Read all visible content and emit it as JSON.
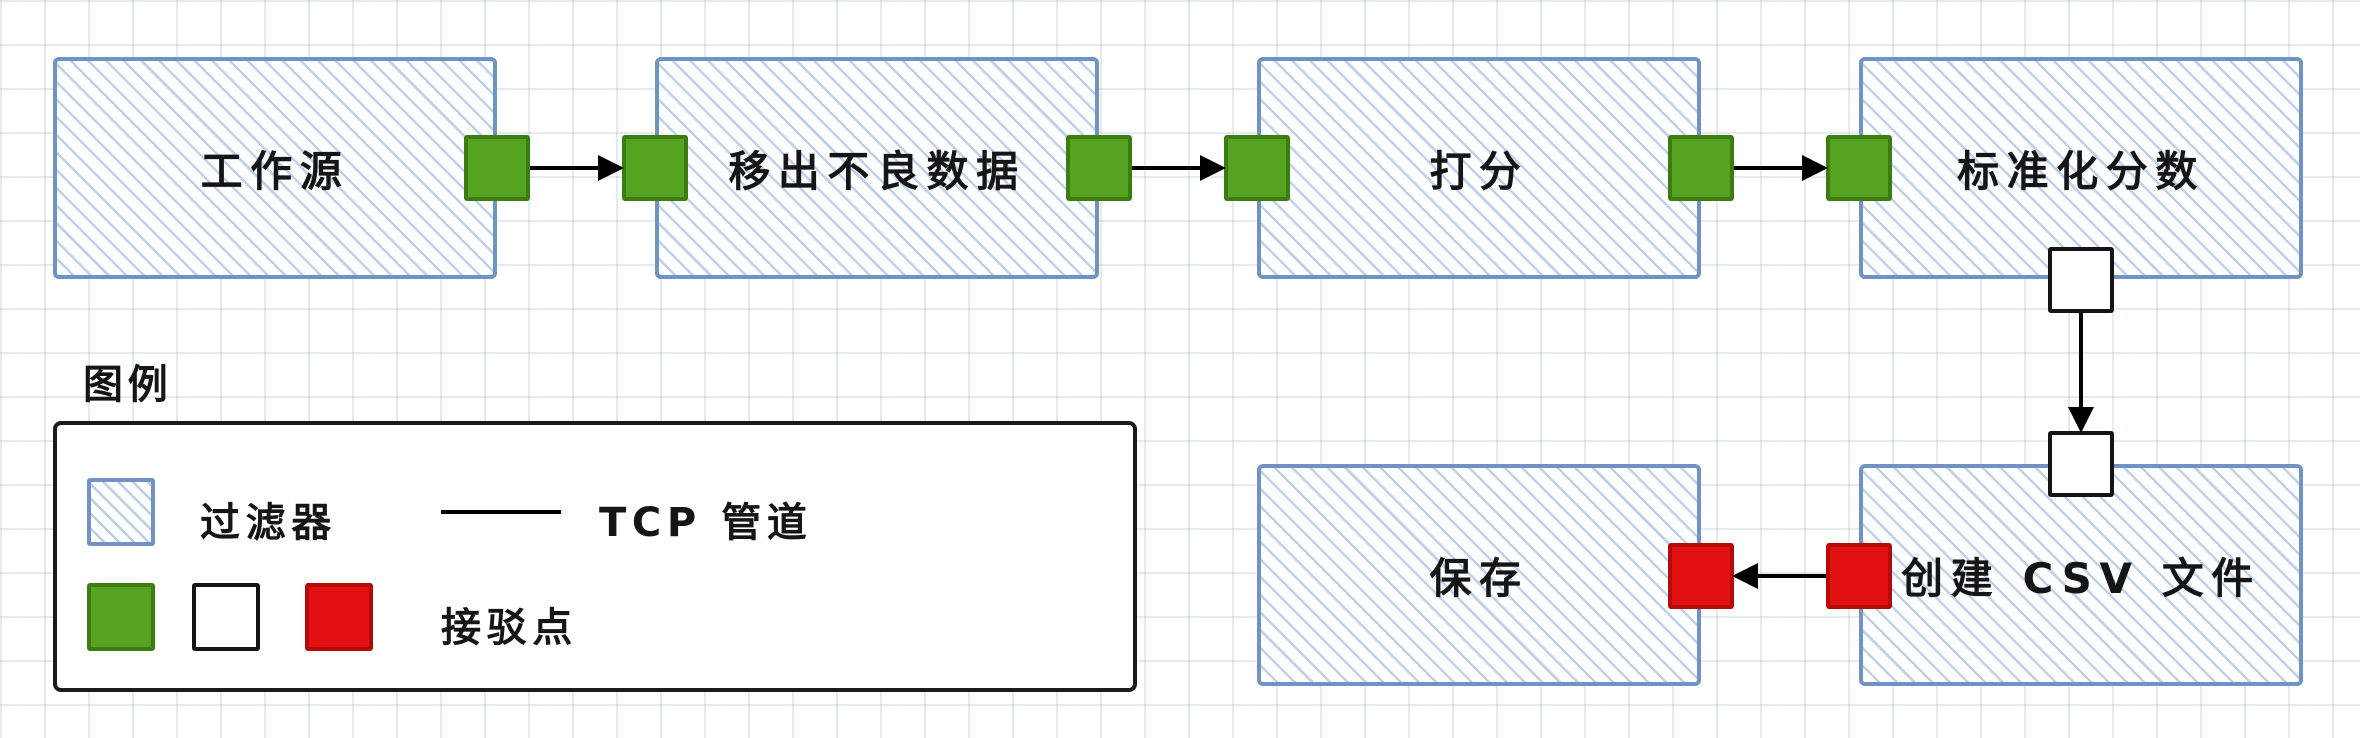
{
  "nodes": [
    {
      "label": "工作源"
    },
    {
      "label": "移出不良数据"
    },
    {
      "label": "打分"
    },
    {
      "label": "标准化分数"
    },
    {
      "label": "创建 CSV 文件"
    },
    {
      "label": "保存"
    }
  ],
  "legend": {
    "title": "图例",
    "items": [
      {
        "label": "过滤器"
      },
      {
        "label": "TCP 管道"
      },
      {
        "label": "接驳点"
      }
    ]
  },
  "colors": {
    "filter_border": "#7093c3",
    "filter_hatch": "#82a5d7",
    "port_green": "#56a321",
    "port_red": "#e21010",
    "port_white": "#ffffff",
    "arrow": "#000000",
    "legend_border": "#1b1b1b"
  }
}
